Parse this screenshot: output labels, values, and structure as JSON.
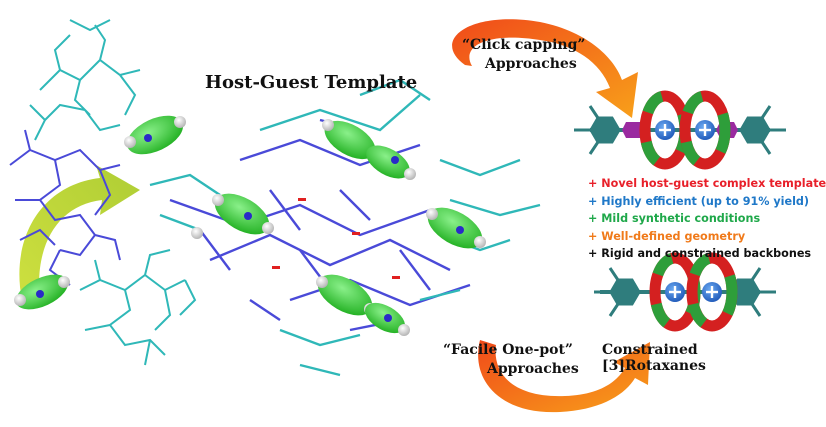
{
  "title": "Host-Guest Template",
  "click_capping": {
    "line1": "“Click capping”",
    "line2": "Approaches"
  },
  "facile": {
    "line1": "“Facile One-pot”",
    "line2": "Approaches"
  },
  "product_label": "Constrained [3]Rotaxanes",
  "bullets": [
    {
      "text": "+ Novel host-guest complex template",
      "color": "#e8202a"
    },
    {
      "text": "+ Highly efficient (up to 91% yield)",
      "color": "#1f78c8"
    },
    {
      "text": "+ Mild synthetic conditions",
      "color": "#1fa84a"
    },
    {
      "text": "+ Well-defined geometry",
      "color": "#f07a1a"
    },
    {
      "text": "+ Rigid and constrained backbones",
      "color": "#111111"
    }
  ],
  "colors": {
    "host_blue": "#4a4ad8",
    "host_cyan": "#2fb8b8",
    "guest_green": "#39d139",
    "ring_red": "#d42020",
    "ring_green": "#2e9e3a",
    "stopper": "#2f7d7d",
    "linker_purple": "#9a2aa0",
    "plus_blue": "#2f6fd0"
  }
}
